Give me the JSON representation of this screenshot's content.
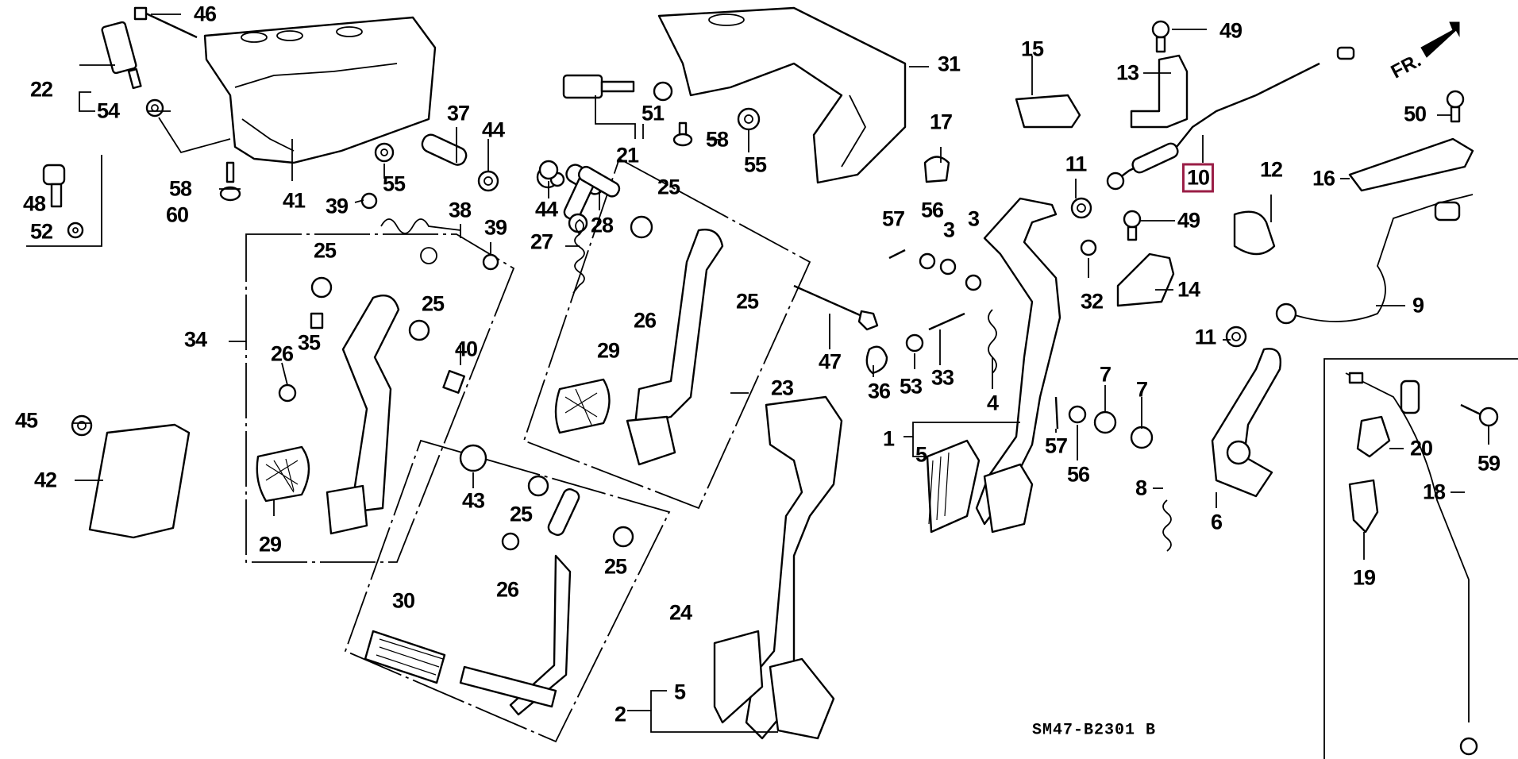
{
  "diagram": {
    "title_code": "SM47-B2301 B",
    "direction_marker": "FR.",
    "highlighted_part": "10",
    "highlight_color": "#9a1e46",
    "callouts": [
      {
        "id": "46",
        "text": "46"
      },
      {
        "id": "22",
        "text": "22"
      },
      {
        "id": "54",
        "text": "54"
      },
      {
        "id": "48",
        "text": "48"
      },
      {
        "id": "52",
        "text": "52"
      },
      {
        "id": "58a",
        "text": "58"
      },
      {
        "id": "60",
        "text": "60"
      },
      {
        "id": "41",
        "text": "41"
      },
      {
        "id": "55a",
        "text": "55"
      },
      {
        "id": "37",
        "text": "37"
      },
      {
        "id": "44a",
        "text": "44"
      },
      {
        "id": "39a",
        "text": "39"
      },
      {
        "id": "38",
        "text": "38"
      },
      {
        "id": "39b",
        "text": "39"
      },
      {
        "id": "34",
        "text": "34"
      },
      {
        "id": "25a",
        "text": "25"
      },
      {
        "id": "25b",
        "text": "25"
      },
      {
        "id": "35",
        "text": "35"
      },
      {
        "id": "26a",
        "text": "26"
      },
      {
        "id": "40",
        "text": "40"
      },
      {
        "id": "29a",
        "text": "29"
      },
      {
        "id": "45",
        "text": "45"
      },
      {
        "id": "42",
        "text": "42"
      },
      {
        "id": "43",
        "text": "43"
      },
      {
        "id": "21",
        "text": "21"
      },
      {
        "id": "51",
        "text": "51"
      },
      {
        "id": "58b",
        "text": "58"
      },
      {
        "id": "55b",
        "text": "55"
      },
      {
        "id": "31",
        "text": "31"
      },
      {
        "id": "44b",
        "text": "44"
      },
      {
        "id": "28",
        "text": "28"
      },
      {
        "id": "27",
        "text": "27"
      },
      {
        "id": "25c",
        "text": "25"
      },
      {
        "id": "26b",
        "text": "26"
      },
      {
        "id": "25d",
        "text": "25"
      },
      {
        "id": "29b",
        "text": "29"
      },
      {
        "id": "23",
        "text": "23"
      },
      {
        "id": "25e",
        "text": "25"
      },
      {
        "id": "26c",
        "text": "26"
      },
      {
        "id": "25f",
        "text": "25"
      },
      {
        "id": "30",
        "text": "30"
      },
      {
        "id": "24",
        "text": "24"
      },
      {
        "id": "47",
        "text": "47"
      },
      {
        "id": "36",
        "text": "36"
      },
      {
        "id": "53",
        "text": "53"
      },
      {
        "id": "33",
        "text": "33"
      },
      {
        "id": "4",
        "text": "4"
      },
      {
        "id": "57a",
        "text": "57"
      },
      {
        "id": "56a",
        "text": "56"
      },
      {
        "id": "3a",
        "text": "3"
      },
      {
        "id": "3b",
        "text": "3"
      },
      {
        "id": "17",
        "text": "17"
      },
      {
        "id": "1",
        "text": "1"
      },
      {
        "id": "5a",
        "text": "5"
      },
      {
        "id": "2",
        "text": "2"
      },
      {
        "id": "5b",
        "text": "5"
      },
      {
        "id": "15",
        "text": "15"
      },
      {
        "id": "13",
        "text": "13"
      },
      {
        "id": "49a",
        "text": "49"
      },
      {
        "id": "10",
        "text": "10"
      },
      {
        "id": "11a",
        "text": "11"
      },
      {
        "id": "49b",
        "text": "49"
      },
      {
        "id": "32",
        "text": "32"
      },
      {
        "id": "14",
        "text": "14"
      },
      {
        "id": "12",
        "text": "12"
      },
      {
        "id": "16",
        "text": "16"
      },
      {
        "id": "50",
        "text": "50"
      },
      {
        "id": "9",
        "text": "9"
      },
      {
        "id": "11b",
        "text": "11"
      },
      {
        "id": "7a",
        "text": "7"
      },
      {
        "id": "7b",
        "text": "7"
      },
      {
        "id": "57b",
        "text": "57"
      },
      {
        "id": "56b",
        "text": "56"
      },
      {
        "id": "8",
        "text": "8"
      },
      {
        "id": "6",
        "text": "6"
      },
      {
        "id": "20",
        "text": "20"
      },
      {
        "id": "59",
        "text": "59"
      },
      {
        "id": "18",
        "text": "18"
      },
      {
        "id": "19",
        "text": "19"
      }
    ]
  }
}
